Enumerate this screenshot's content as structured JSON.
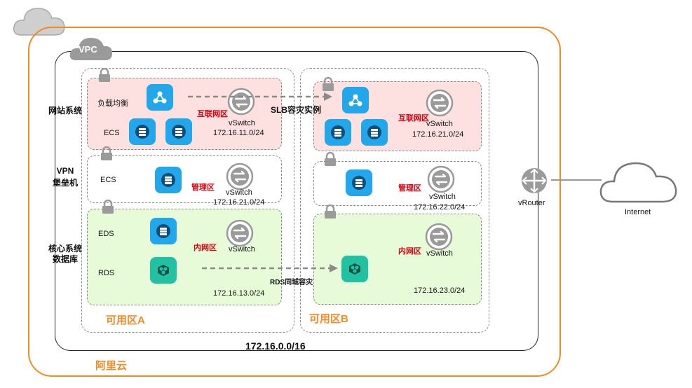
{
  "region_label": "阿里云",
  "vpc_label": "VPC",
  "vpc_cidr": "172.16.0.0/16",
  "row_labels": {
    "web": "网站系统",
    "vpn_line1": "VPN",
    "vpn_line2": "堡垒机",
    "core_line1": "核心系统",
    "core_line2": "数据库"
  },
  "zone_a": {
    "label": "可用区A",
    "web": {
      "lb_label": "负载均衡",
      "ecs_label": "ECS",
      "net_label": "互联网区",
      "vswitch": "vSwitch",
      "cidr": "172.16.11.0/24"
    },
    "mgmt": {
      "ecs_label": "ECS",
      "net_label": "管理区",
      "vswitch": "vSwitch",
      "cidr": "172.16.21.0/24"
    },
    "core": {
      "eds_label": "EDS",
      "rds_label": "RDS",
      "net_label": "内网区",
      "vswitch": "vSwitch",
      "cidr": "172.16.13.0/24"
    }
  },
  "zone_b": {
    "label": "可用区B",
    "web": {
      "net_label": "互联网区",
      "vswitch": "vSwitch",
      "cidr": "172.16.21.0/24"
    },
    "mgmt": {
      "net_label": "管理区",
      "vswitch": "vSwitch",
      "cidr": "172.16.22.0/24"
    },
    "core": {
      "net_label": "内网区",
      "vswitch": "vSwitch",
      "cidr": "172.16.23.0/24"
    }
  },
  "links": {
    "slb_dr": "SLB容灾实例",
    "rds_dr": "RDS同城容灾"
  },
  "router_label": "vRouter",
  "internet_label": "Internet",
  "colors": {
    "region_border": "#f08a24",
    "internet_zone": "#fde0e0",
    "internal_zone": "#e8fbd9",
    "service_blue": "#22a8ea",
    "service_teal": "#22c1a3",
    "zone_text_red": "#e0000c"
  }
}
